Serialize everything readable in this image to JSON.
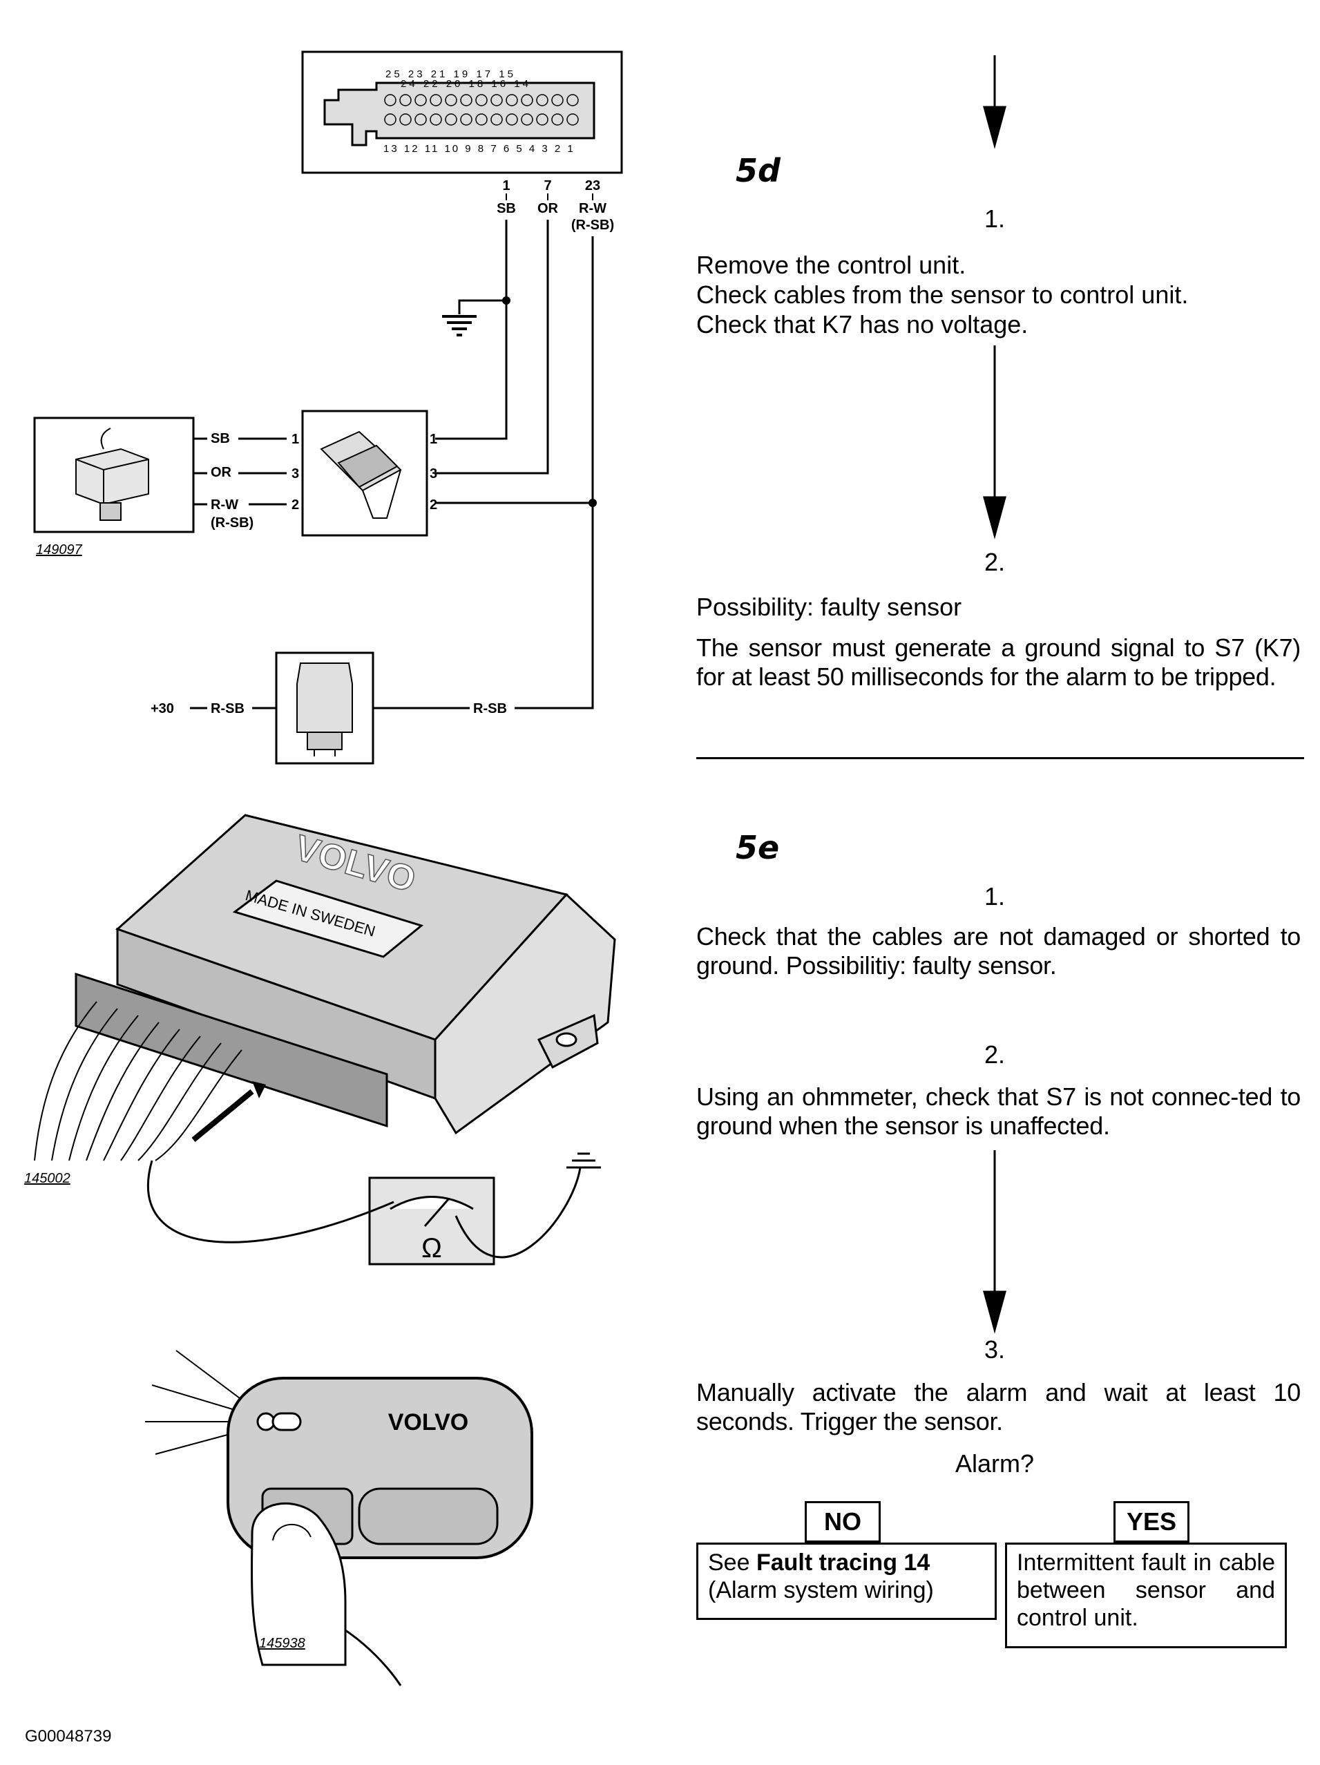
{
  "connector_pins": {
    "top_odd": [
      "25",
      "23",
      "21",
      "19",
      "17",
      "15"
    ],
    "top_even": [
      "24",
      "22",
      "20",
      "18",
      "16",
      "14"
    ],
    "bottom": [
      "13",
      "12",
      "11",
      "10",
      "9",
      "8",
      "7",
      "6",
      "5",
      "4",
      "3",
      "2",
      "1"
    ]
  },
  "wiring": {
    "pin_1": "1",
    "pin_7": "7",
    "pin_23": "23",
    "sb": "SB",
    "or": "OR",
    "rw": "R-W",
    "rsb_paren": "(R-SB)",
    "sensor_sb": "SB",
    "sensor_or": "OR",
    "sensor_rw": "R-W",
    "sensor_rsb": "(R-SB)",
    "connector_pin1": "1",
    "connector_pin3": "3",
    "connector_pin2": "2",
    "relay_supply": "+30",
    "relay_left_wire": "R-SB",
    "relay_right_wire": "R-SB",
    "figure_id": "149097"
  },
  "control_unit": {
    "brand": "VOLVO",
    "label": "MADE IN SWEDEN",
    "figure_id": "145002",
    "ohm_symbol": "Ω"
  },
  "remote": {
    "brand": "VOLVO",
    "figure_id": "145938"
  },
  "step_5d": {
    "title": "5d",
    "step1_num": "1.",
    "step1_text": "Remove the control unit.\nCheck cables from the sensor to control unit.\nCheck  that K7 has no voltage.",
    "step2_num": "2.",
    "step2_line1": "Possibility: faulty sensor",
    "step2_text": "The sensor must generate a ground signal to  S7 (K7) for at least 50 milliseconds for the alarm to be tripped."
  },
  "step_5e": {
    "title": "5e",
    "step1_num": "1.",
    "step1_text": "Check that the cables are not damaged or shorted to ground. Possibilitiy: faulty sensor.",
    "step2_num": "2.",
    "step2_text": "Using an ohmmeter, check that S7 is not connec-ted to ground when the sensor is unaffected.",
    "step3_num": "3.",
    "step3_text": "Manually activate the alarm and wait at least 10 seconds. Trigger the sensor.",
    "question": "Alarm?",
    "no_label": "NO",
    "yes_label": "YES",
    "no_text_prefix": "See ",
    "no_text_bold": "Fault tracing 14",
    "no_text_suffix": "(Alarm system wiring)",
    "yes_text": "Intermittent fault in cable between sensor and control unit."
  },
  "footer": {
    "doc_id": "G00048739"
  }
}
